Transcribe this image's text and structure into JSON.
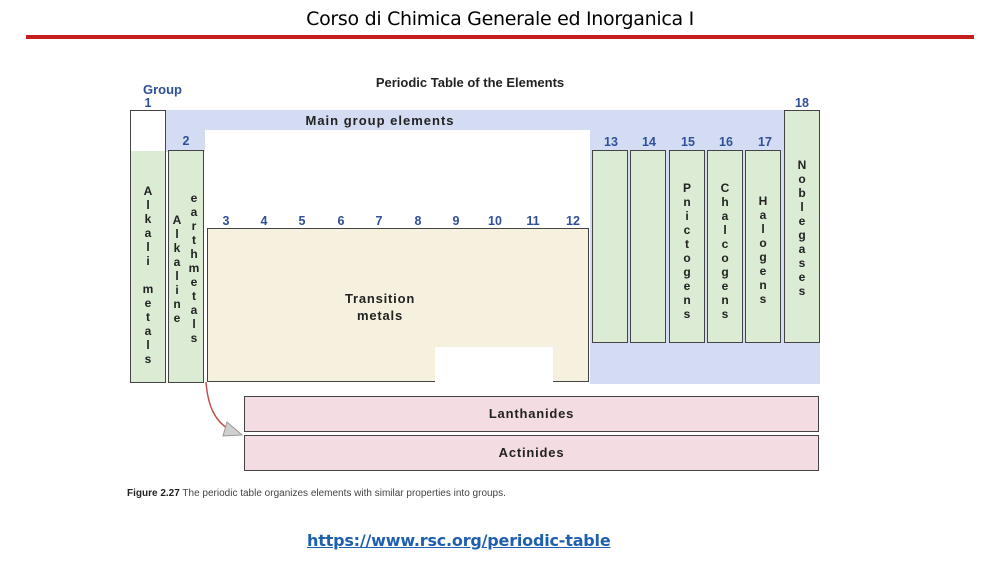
{
  "slide": {
    "title": "Corso di Chimica Generale ed Inorganica I",
    "link": "https://www.rsc.org/periodic-table"
  },
  "figure": {
    "title": "Periodic Table of the Elements",
    "group_word": "Group",
    "main_group_label": "Main group elements",
    "transition_label_1": "Transition",
    "transition_label_2": "metals",
    "lanthanides": "Lanthanides",
    "actinides": "Actinides",
    "caption_bold": "Figure 2.27",
    "caption_text": " The periodic table organizes elements with similar properties into groups."
  },
  "groups": [
    "1",
    "2",
    "3",
    "4",
    "5",
    "6",
    "7",
    "8",
    "9",
    "10",
    "11",
    "12",
    "13",
    "14",
    "15",
    "16",
    "17",
    "18"
  ],
  "families": {
    "alkali": [
      "A",
      "l",
      "k",
      "a",
      "l",
      "i",
      "",
      "m",
      "e",
      "t",
      "a",
      "l",
      "s"
    ],
    "alkaline_left": [
      "A",
      "l",
      "k",
      "a",
      "l",
      "i",
      "n",
      "e"
    ],
    "alkaline_right": [
      "e",
      "a",
      "r",
      "t",
      "h",
      "m",
      "e",
      "t",
      "a",
      "l",
      "s"
    ],
    "pnictogens": [
      "P",
      "n",
      "i",
      "c",
      "t",
      "o",
      "g",
      "e",
      "n",
      "s"
    ],
    "chalcogens": [
      "C",
      "h",
      "a",
      "l",
      "c",
      "o",
      "g",
      "e",
      "n",
      "s"
    ],
    "halogens": [
      "H",
      "a",
      "l",
      "o",
      "g",
      "e",
      "n",
      "s"
    ],
    "noble": [
      "N",
      "o",
      "b",
      "l",
      "e",
      "g",
      "a",
      "s",
      "e",
      "s"
    ]
  },
  "colors": {
    "accent_rule": "#c41e1e",
    "group_number": "#2f4f9a",
    "main_group_fill": "#dcebd4",
    "transition_fill": "#f6f0de",
    "inner_fill": "#f4dde2",
    "band_fill": "#d3dcf2"
  }
}
